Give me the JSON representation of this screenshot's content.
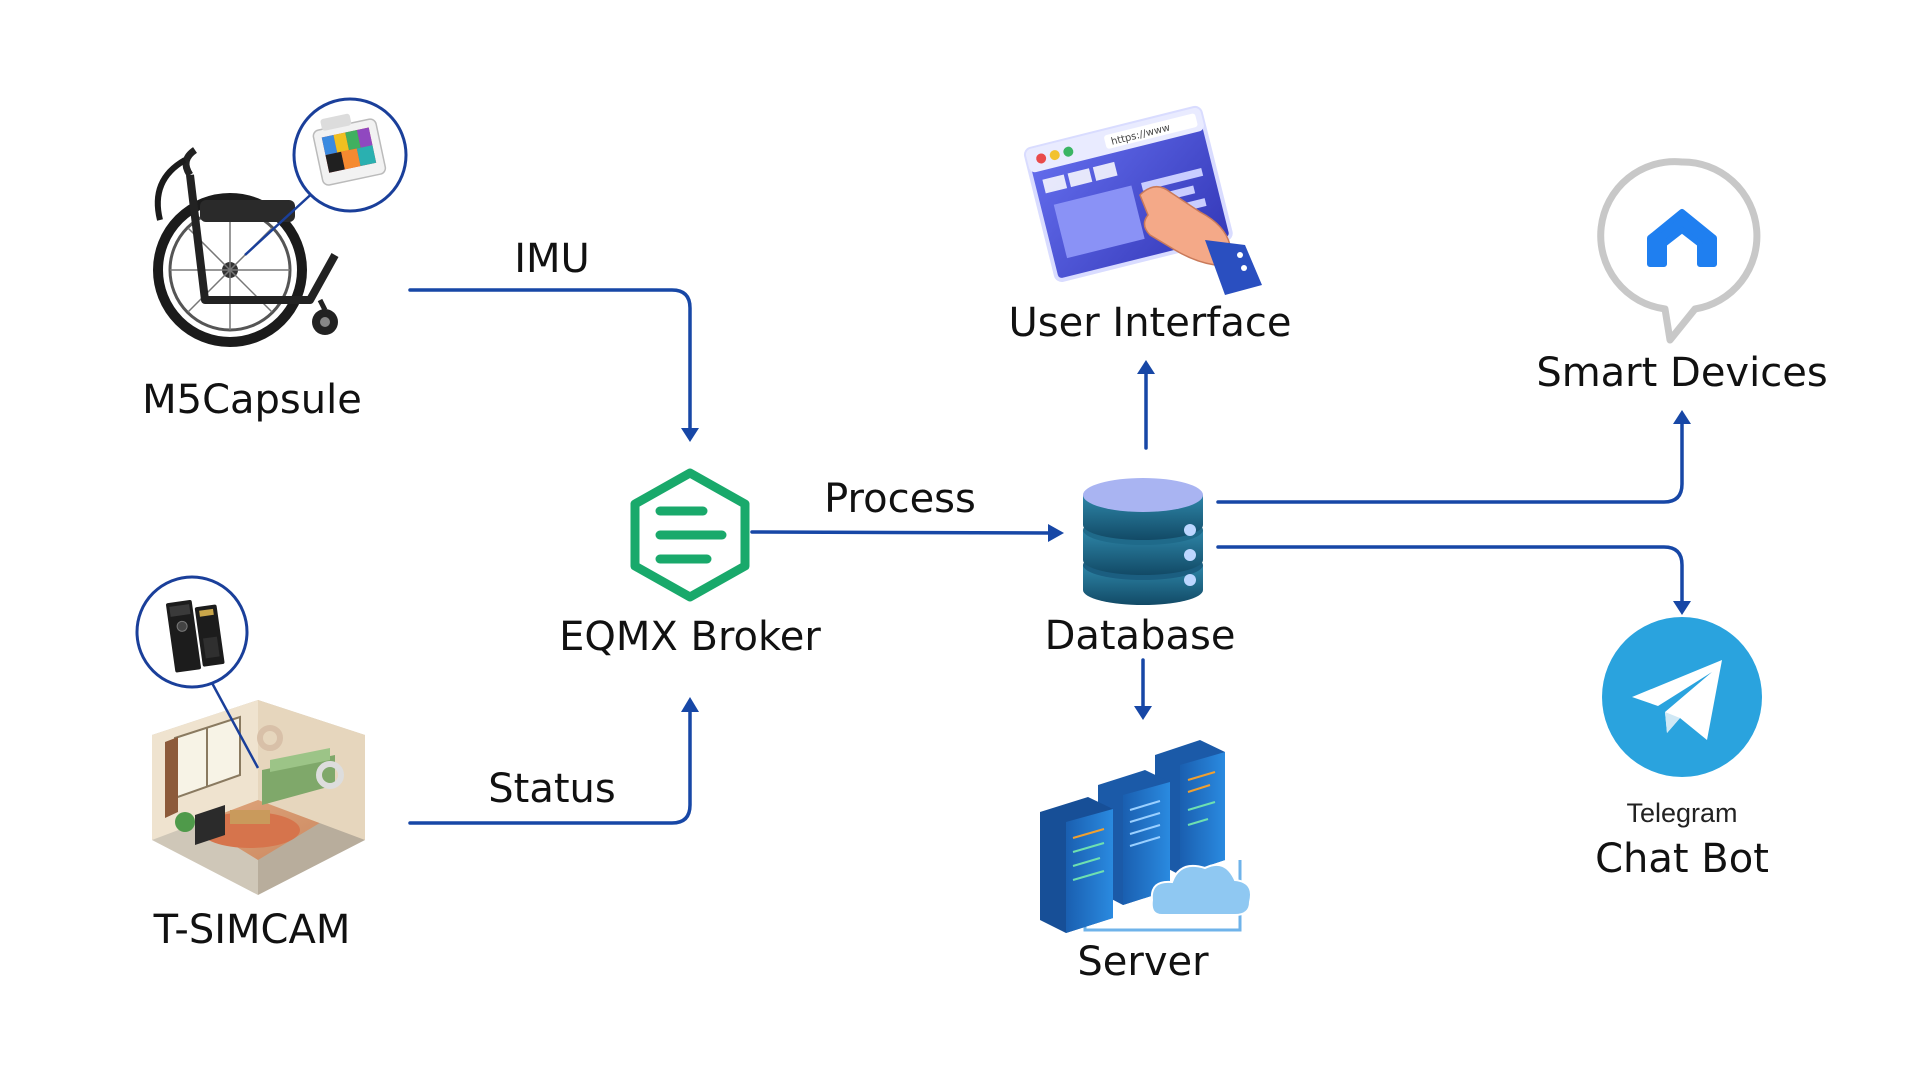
{
  "nodes": {
    "m5capsule": {
      "label": "M5Capsule"
    },
    "tsimcam": {
      "label": "T-SIMCAM"
    },
    "broker": {
      "label": "EQMX Broker"
    },
    "database": {
      "label": "Database"
    },
    "user_interface": {
      "label": "User Interface",
      "url_text": "https://www"
    },
    "server": {
      "label": "Server"
    },
    "smart_devices": {
      "label": "Smart Devices"
    },
    "chat_bot": {
      "brand": "Telegram",
      "label": "Chat Bot"
    }
  },
  "edges": {
    "imu": {
      "label": "IMU"
    },
    "status": {
      "label": "Status"
    },
    "process": {
      "label": "Process"
    }
  },
  "colors": {
    "arrow": "#1747a6",
    "emqx_green": "#19a96b",
    "database_top": "#a9b4f2",
    "database_body": "#1f6a8a",
    "telegram_blue": "#2aa3de",
    "smart_home_blue": "#1f7ff0",
    "server_blue": "#1b72c6",
    "ui_window": "#4c57d8"
  },
  "icons": {
    "wheelchair": "wheelchair-icon",
    "capsule_device": "m5capsule-device-icon",
    "room": "isometric-room-icon",
    "camera_board": "t-simcam-board-icon",
    "broker": "emqx-hexagon-icon",
    "database": "database-cylinder-icon",
    "user_interface": "browser-window-hand-icon",
    "server": "server-rack-cloud-icon",
    "smart_devices": "smart-home-speech-bubble-icon",
    "telegram": "telegram-paper-plane-icon"
  }
}
